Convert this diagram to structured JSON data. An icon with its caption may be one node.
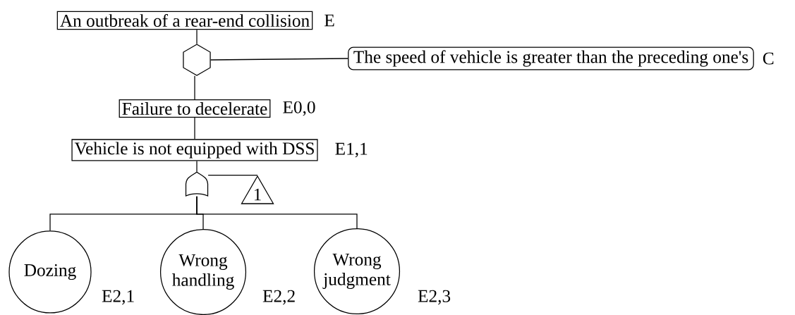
{
  "diagram": {
    "nodes": [
      {
        "text": [
          "An outbreak of a rear-end collision"
        ],
        "beside": [
          "E"
        ]
      },
      {
        "text": [],
        "shape": "hexagon"
      },
      {
        "text": [
          "The speed of vehicle is greater than the preceding one's"
        ],
        "beside": [
          "C"
        ]
      },
      {
        "text": [
          "Failure to decelerate"
        ],
        "beside": [
          "E0,0"
        ]
      },
      {
        "text": [
          "Vehicle is not equipped with DSS"
        ],
        "beside": [
          "E1,1"
        ]
      },
      {
        "text": [],
        "shape": "gate"
      },
      {
        "text": [
          "1"
        ]
      },
      {
        "text": [
          "Dozing"
        ],
        "beside": [
          "E2,1"
        ]
      },
      {
        "text": [
          "Wrong handling"
        ],
        "beside": [
          "E2,2"
        ]
      },
      {
        "text": [
          "Wrong judgment"
        ],
        "beside": [
          "E2,3"
        ]
      }
    ],
    "edges": [
      {
        "from": 0,
        "to": 1,
        "arrow": "none"
      },
      {
        "from": 1,
        "to": 2,
        "arrow": "none"
      },
      {
        "from": 1,
        "to": 3,
        "arrow": "none"
      },
      {
        "from": 3,
        "to": 4,
        "arrow": "none"
      },
      {
        "from": 4,
        "to": 5,
        "arrow": "none"
      },
      {
        "from": 5,
        "to": 6,
        "arrow": "none"
      },
      {
        "from": 5,
        "to": 7,
        "arrow": "none"
      },
      {
        "from": 5,
        "to": 8,
        "arrow": "none"
      },
      {
        "from": 5,
        "to": 9,
        "arrow": "none"
      }
    ]
  }
}
